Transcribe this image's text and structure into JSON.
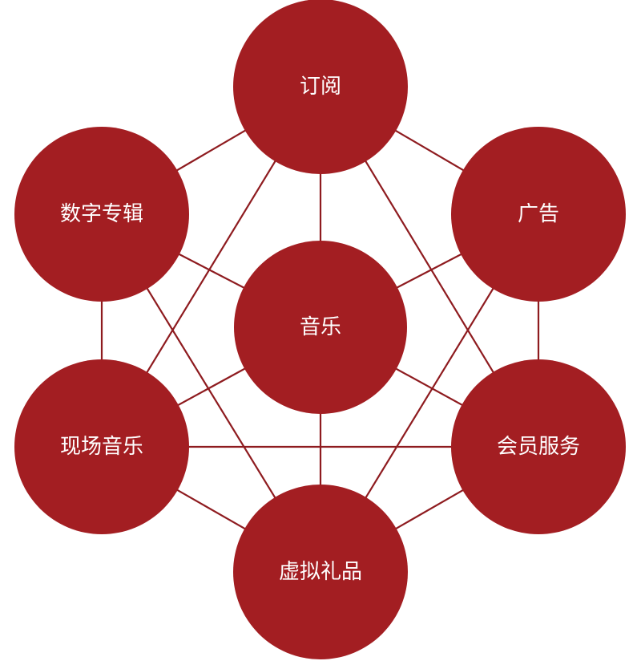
{
  "colors": {
    "node": "#a31e22",
    "edge": "#8e1b1f",
    "text": "#ffffff"
  },
  "nodes": [
    {
      "id": "subscription",
      "label": "订阅"
    },
    {
      "id": "ads",
      "label": "广告"
    },
    {
      "id": "membership",
      "label": "会员服务"
    },
    {
      "id": "virtual-gifts",
      "label": "虚拟礼品"
    },
    {
      "id": "live-music",
      "label": "现场音乐"
    },
    {
      "id": "digital-album",
      "label": "数字专辑"
    },
    {
      "id": "music",
      "label": "音乐"
    }
  ],
  "edges": [
    [
      "subscription",
      "ads"
    ],
    [
      "ads",
      "membership"
    ],
    [
      "membership",
      "virtual-gifts"
    ],
    [
      "virtual-gifts",
      "live-music"
    ],
    [
      "live-music",
      "digital-album"
    ],
    [
      "digital-album",
      "subscription"
    ],
    [
      "music",
      "subscription"
    ],
    [
      "music",
      "ads"
    ],
    [
      "music",
      "membership"
    ],
    [
      "music",
      "virtual-gifts"
    ],
    [
      "music",
      "live-music"
    ],
    [
      "music",
      "digital-album"
    ],
    [
      "subscription",
      "live-music"
    ],
    [
      "subscription",
      "membership"
    ],
    [
      "digital-album",
      "virtual-gifts"
    ],
    [
      "ads",
      "virtual-gifts"
    ],
    [
      "live-music",
      "membership"
    ]
  ]
}
